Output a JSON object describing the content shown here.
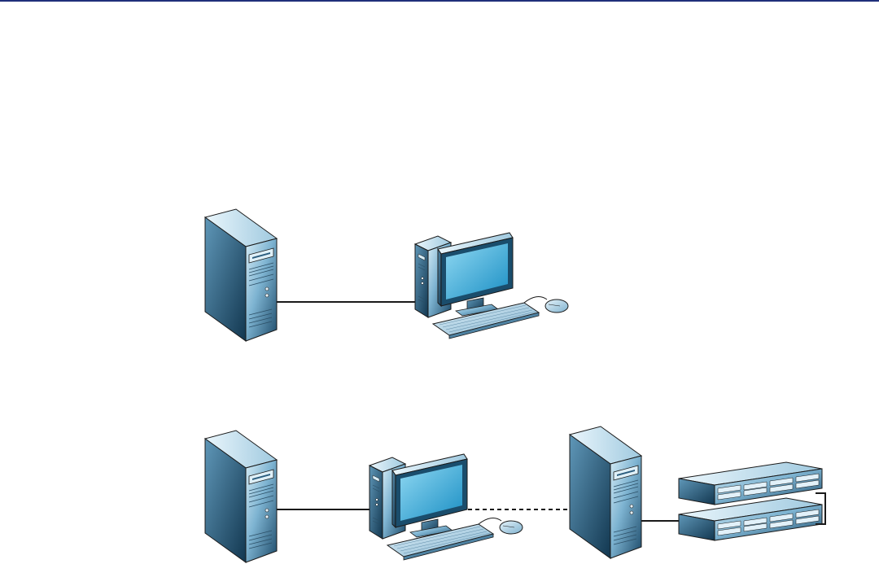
{
  "colors": {
    "header_rule": "#1f2f7a",
    "connector": "#1a1a1a",
    "device_light": "#c9e4f2",
    "device_mid": "#6fa7c7",
    "device_dark": "#1d4b6a",
    "screen_light": "#7fd0ef",
    "screen_dark": "#1b8fc4"
  },
  "diagram": {
    "scenarios": [
      {
        "id": "scenario-1",
        "devices": [
          "server-tower",
          "workstation"
        ],
        "links": [
          {
            "from": "server-tower",
            "to": "workstation",
            "style": "solid"
          }
        ]
      },
      {
        "id": "scenario-2",
        "devices": [
          "server-tower",
          "workstation",
          "server-tower",
          "storage-array"
        ],
        "links": [
          {
            "from": "server-tower",
            "to": "workstation",
            "style": "solid"
          },
          {
            "from": "workstation",
            "to": "server-tower",
            "style": "dashed"
          },
          {
            "from": "server-tower",
            "to": "storage-array",
            "style": "solid"
          }
        ]
      }
    ]
  }
}
